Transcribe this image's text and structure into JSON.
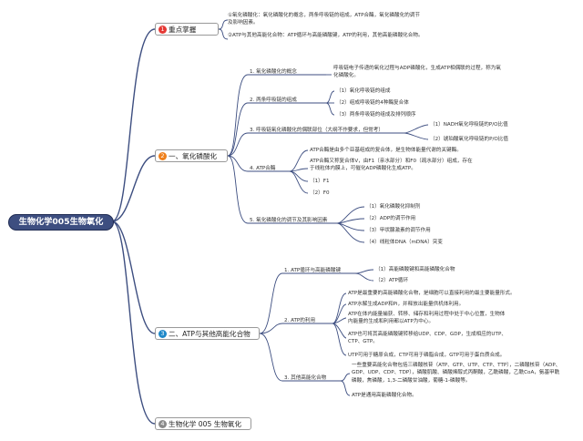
{
  "root": "生物化学005生物氧化",
  "branches": [
    {
      "num": "1",
      "color": "#e53935",
      "label": "重点掌握",
      "notes": [
        "①氧化磷酸化：氧化磷酸化的概念，两条呼吸链的组成，ATP合酶，氧化磷酸化的调节及影响因素。",
        "②ATP与其他高能化合物：ATP循环与高能磷酸键，ATP的利用，其他高能磷酸化合物。"
      ]
    },
    {
      "num": "2",
      "color": "#ef7f1a",
      "label": "一、氧化磷酸化",
      "children": [
        {
          "label": "1. 氧化磷酸化的概念",
          "note": "呼吸链电子传递的氧化过程与ADP磷酸化，生成ATP相偶联的过程，称为氧化磷酸化。"
        },
        {
          "label": "2. 两条呼吸链的组成",
          "items": [
            "（1）氧化呼吸链的组成",
            "（2）组成呼吸链的4种酶复合体",
            "（3）两条呼吸链的组成及排列顺序"
          ]
        },
        {
          "label": "3. 呼吸链氧化磷酸化的偶联部位（大纲不作要求，但常考）",
          "items": [
            "（1）NADH氧化呼吸链的P/O比值",
            "（2）琥珀酸氧化呼吸链的P/O比值"
          ]
        },
        {
          "label": "4. ATP合酶",
          "notes": [
            "ATP合酶是由多个亚基组成的复合体，是生物体能量代谢的关键酶。",
            "ATP合酶又称复合体V，由F1（亲水部分）和F0（疏水部分）组成，存在于线粒体内膜上，可催化ADP磷酸化生成ATP。"
          ],
          "items": [
            "（1）F1",
            "（2）F0"
          ]
        },
        {
          "label": "5. 氧化磷酸化的调节及其影响因素",
          "items": [
            "（1）氧化磷酸化抑制剂",
            "（2）ADP的调节作用",
            "（3）甲状腺激素的调节作用",
            "（4）线粒体DNA（mDNA）突变"
          ]
        }
      ]
    },
    {
      "num": "3",
      "color": "#1e88c8",
      "label": "二、ATP与其他高能化合物",
      "children": [
        {
          "label": "1. ATP循环与高能磷酸键",
          "items": [
            "（1）高能磷酸键和高能磷酸化合物",
            "（2）ATP循环"
          ]
        },
        {
          "label": "2. ATP的利用",
          "notes": [
            "ATP是最重要的高能磷酸化合物，是细胞可以直接利用的最主要能量形式。",
            "ATP水解生成ADP和Pi，并释放出能量供机体利用。",
            "ATP在体内能量捕获、转移、储存和利用过程中处于中心位置，生物体内能量的生成和利用都以ATP为中心。",
            "ATP也可将其高能磷酸键转移给UDP、CDP、GDP，生成相应的UTP、CTP、GTP。",
            "UTP可用于糖原合成，CTP可用于磷脂合成，GTP可用于蛋白质合成。"
          ]
        },
        {
          "label": "3. 其他高能化合物",
          "notes": [
            "一些重要高能化合物包括三磷酸核苷（ATP、GTP、UTP、CTP、TTP），二磷酸核苷（ADP、GDP、UDP、CDP、TDP），磷酸肌酸、磷酸烯醇式丙酮酸，乙酰磷酸，乙酰CoA，氨基甲酰磷酸，焦磷酸，1,3-二磷酸甘油酸，葡糖-1-磷酸等。",
            "ATP是通用高能磷酸化合物。"
          ]
        }
      ]
    },
    {
      "num": "4",
      "color": "#8a8a8a",
      "label": "生物化学 005 生物氧化"
    }
  ],
  "colors": {
    "root_fill": "#3d4e80",
    "line": "#3d4e80"
  }
}
